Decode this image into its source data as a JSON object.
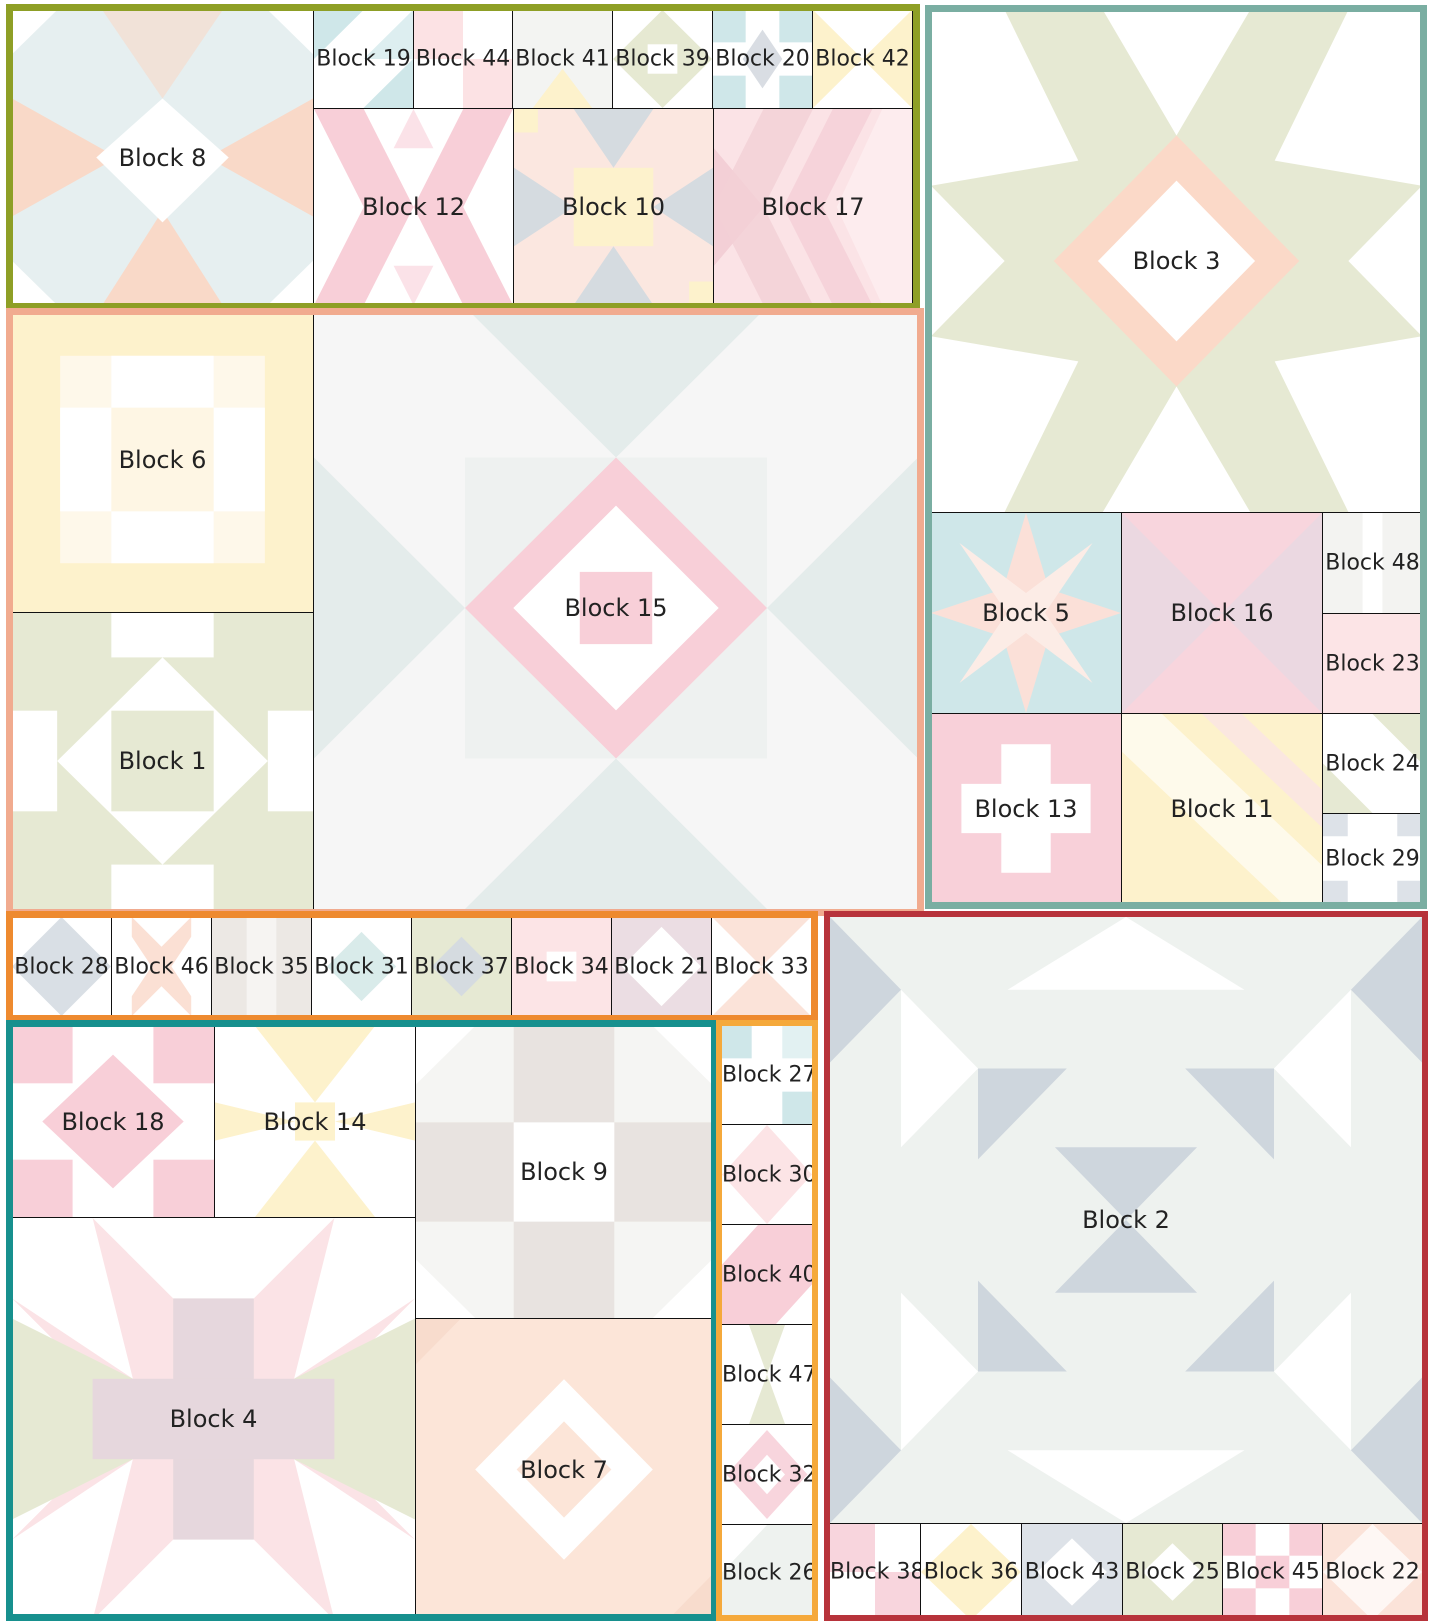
{
  "blocks": [
    {
      "id": "block-8",
      "label": "Block 8",
      "fill": "#f9d9c8",
      "accent": "#e3ecee"
    },
    {
      "id": "block-19",
      "label": "Block 19",
      "fill": "#cfe7e9",
      "accent": "#ffffff"
    },
    {
      "id": "block-44",
      "label": "Block 44",
      "fill": "#fce2e4",
      "accent": "#ffffff"
    },
    {
      "id": "block-41",
      "label": "Block 41",
      "fill": "#fdf2cc",
      "accent": "#ffffff"
    },
    {
      "id": "block-39",
      "label": "Block 39",
      "fill": "#e6e9d2",
      "accent": "#ffffff"
    },
    {
      "id": "block-20",
      "label": "Block 20",
      "fill": "#cfe7e9",
      "accent": "#d9dde3"
    },
    {
      "id": "block-42",
      "label": "Block 42",
      "fill": "#fdf2cc",
      "accent": "#ffffff"
    },
    {
      "id": "block-12",
      "label": "Block 12",
      "fill": "#f8cfd8",
      "accent": "#ffffff"
    },
    {
      "id": "block-10",
      "label": "Block 10",
      "fill": "#fbe0d8",
      "accent": "#d5dbe0"
    },
    {
      "id": "block-17",
      "label": "Block 17",
      "fill": "#fbe3e6",
      "accent": "#f3cfd6"
    },
    {
      "id": "block-3",
      "label": "Block 3",
      "fill": "#e6e9d3",
      "accent": "#fbd9c8"
    },
    {
      "id": "block-6",
      "label": "Block 6",
      "fill": "#fdf2cc",
      "accent": "#fef6e4"
    },
    {
      "id": "block-1",
      "label": "Block 1",
      "fill": "#f6f6f6",
      "accent": "#f8cfd8"
    },
    {
      "id": "block-5",
      "label": "Block 5",
      "fill": "#e6e9d3",
      "accent": "#ffffff"
    },
    {
      "id": "block-15",
      "label": "Block 15",
      "fill": "#cfe7e9",
      "accent": "#fbe0d8"
    },
    {
      "id": "block-16",
      "label": "Block 16",
      "fill": "#f8d5dd",
      "accent": "#ebd8e1"
    },
    {
      "id": "block-48",
      "label": "Block 48",
      "fill": "#f3f3f1",
      "accent": "#ffffff"
    },
    {
      "id": "block-23",
      "label": "Block 23",
      "fill": "#fce4e6",
      "accent": "#ffffff"
    },
    {
      "id": "block-13",
      "label": "Block 13",
      "fill": "#f8d0d9",
      "accent": "#ffffff"
    },
    {
      "id": "block-11",
      "label": "Block 11",
      "fill": "#fdf2cc",
      "accent": "#fbe7e0"
    },
    {
      "id": "block-24",
      "label": "Block 24",
      "fill": "#e6e9d3",
      "accent": "#ffffff"
    },
    {
      "id": "block-29",
      "label": "Block 29",
      "fill": "#dde2e8",
      "accent": "#ffffff"
    },
    {
      "id": "block-28",
      "label": "Block 28",
      "fill": "#d9dfe5",
      "accent": "#ffffff"
    },
    {
      "id": "block-46",
      "label": "Block 46",
      "fill": "#fbe0d4",
      "accent": "#ffffff"
    },
    {
      "id": "block-35",
      "label": "Block 35",
      "fill": "#ece8e4",
      "accent": "#ffffff"
    },
    {
      "id": "block-31",
      "label": "Block 31",
      "fill": "#d9ebea",
      "accent": "#ffffff"
    },
    {
      "id": "block-37",
      "label": "Block 37",
      "fill": "#e6e9d3",
      "accent": "#d5dbe0"
    },
    {
      "id": "block-34",
      "label": "Block 34",
      "fill": "#fce4e6",
      "accent": "#ffffff"
    },
    {
      "id": "block-21",
      "label": "Block 21",
      "fill": "#ebdde3",
      "accent": "#ffffff"
    },
    {
      "id": "block-33",
      "label": "Block 33",
      "fill": "#fbe3d9",
      "accent": "#ffffff"
    },
    {
      "id": "block-2",
      "label": "Block 2",
      "fill": "#eef2ef",
      "accent": "#ced6dd"
    },
    {
      "id": "block-18",
      "label": "Block 18",
      "fill": "#f8cfd8",
      "accent": "#ffffff"
    },
    {
      "id": "block-14",
      "label": "Block 14",
      "fill": "#fdf2cc",
      "accent": "#ffffff"
    },
    {
      "id": "block-9",
      "label": "Block 9",
      "fill": "#e8e3e0",
      "accent": "#f5f5f3"
    },
    {
      "id": "block-27",
      "label": "Block 27",
      "fill": "#cfe7e9",
      "accent": "#ffffff"
    },
    {
      "id": "block-30",
      "label": "Block 30",
      "fill": "#fce4e6",
      "accent": "#ffffff"
    },
    {
      "id": "block-40",
      "label": "Block 40",
      "fill": "#f8cfd8",
      "accent": "#ffffff"
    },
    {
      "id": "block-47",
      "label": "Block 47",
      "fill": "#e6e9d3",
      "accent": "#ffffff"
    },
    {
      "id": "block-32",
      "label": "Block 32",
      "fill": "#f8d5dd",
      "accent": "#ffffff"
    },
    {
      "id": "block-26",
      "label": "Block 26",
      "fill": "#eef2ef",
      "accent": "#ffffff"
    },
    {
      "id": "block-4",
      "label": "Block 4",
      "fill": "#fbe3e6",
      "accent": "#e6e9d3"
    },
    {
      "id": "block-7",
      "label": "Block 7",
      "fill": "#fce5d8",
      "accent": "#ffffff"
    },
    {
      "id": "block-38",
      "label": "Block 38",
      "fill": "#f8d5dd",
      "accent": "#ffffff"
    },
    {
      "id": "block-36",
      "label": "Block 36",
      "fill": "#fdf2cc",
      "accent": "#ffffff"
    },
    {
      "id": "block-43",
      "label": "Block 43",
      "fill": "#dde2e8",
      "accent": "#ffffff"
    },
    {
      "id": "block-25",
      "label": "Block 25",
      "fill": "#e6e9d3",
      "accent": "#ffffff"
    },
    {
      "id": "block-45",
      "label": "Block 45",
      "fill": "#f8cfd8",
      "accent": "#ffffff"
    },
    {
      "id": "block-22",
      "label": "Block 22",
      "fill": "#fbe3d9",
      "accent": "#ffffff"
    }
  ],
  "group_colors": {
    "olive": "#8e9f26",
    "salmon": "#f1ab8f",
    "sage": "#7aaea2",
    "orange": "#ee8a2f",
    "red": "#b7333b",
    "teal": "#17908e",
    "amber": "#f5a93b"
  }
}
